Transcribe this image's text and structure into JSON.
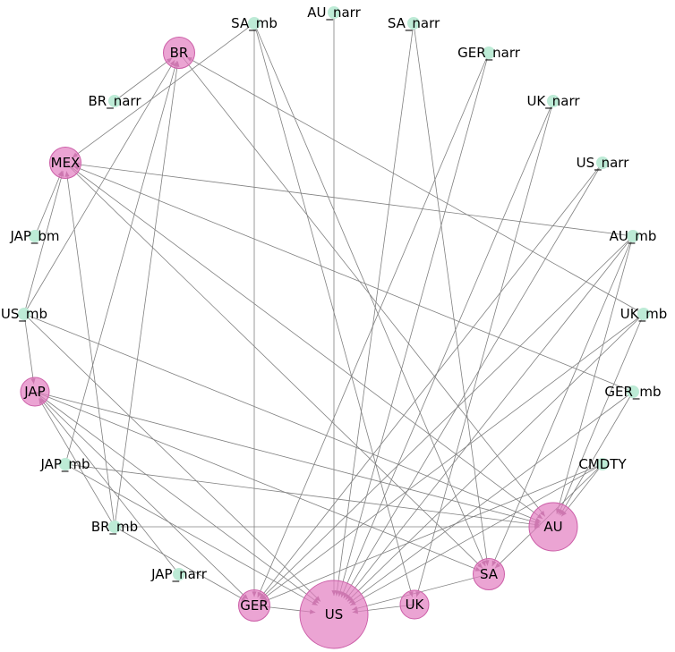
{
  "colors": {
    "edge": "#808080",
    "country_node": "#e37ec0",
    "country_stroke": "#cc5fa8",
    "indicator_node": "#bdebd6",
    "label": "#000000"
  },
  "nodes": [
    {
      "id": "US",
      "label": "US",
      "kind": "country",
      "weight": 5
    },
    {
      "id": "AU",
      "label": "AU",
      "kind": "country",
      "weight": 4
    },
    {
      "id": "SA",
      "label": "SA",
      "kind": "country",
      "weight": 2
    },
    {
      "id": "GER",
      "label": "GER",
      "kind": "country",
      "weight": 2
    },
    {
      "id": "UK",
      "label": "UK",
      "kind": "country",
      "weight": 1
    },
    {
      "id": "BR",
      "label": "BR",
      "kind": "country",
      "weight": 2
    },
    {
      "id": "MEX",
      "label": "MEX",
      "kind": "country",
      "weight": 2
    },
    {
      "id": "JAP",
      "label": "JAP",
      "kind": "country",
      "weight": 1
    },
    {
      "id": "SA_mb",
      "label": "SA_mb",
      "kind": "indicator",
      "weight": 0
    },
    {
      "id": "AU_narr",
      "label": "AU_narr",
      "kind": "indicator",
      "weight": 0
    },
    {
      "id": "SA_narr",
      "label": "SA_narr",
      "kind": "indicator",
      "weight": 0
    },
    {
      "id": "GER_narr",
      "label": "GER_narr",
      "kind": "indicator",
      "weight": 0
    },
    {
      "id": "UK_narr",
      "label": "UK_narr",
      "kind": "indicator",
      "weight": 0
    },
    {
      "id": "US_narr",
      "label": "US_narr",
      "kind": "indicator",
      "weight": 0
    },
    {
      "id": "AU_mb",
      "label": "AU_mb",
      "kind": "indicator",
      "weight": 0
    },
    {
      "id": "UK_mb",
      "label": "UK_mb",
      "kind": "indicator",
      "weight": 0
    },
    {
      "id": "GER_mb",
      "label": "GER_mb",
      "kind": "indicator",
      "weight": 0
    },
    {
      "id": "CMDTY",
      "label": "CMDTY",
      "kind": "indicator",
      "weight": 0
    },
    {
      "id": "BR_narr",
      "label": "BR_narr",
      "kind": "indicator",
      "weight": 0
    },
    {
      "id": "JAP_bm",
      "label": "JAP_bm",
      "kind": "indicator",
      "weight": 0
    },
    {
      "id": "US_mb",
      "label": "US_mb",
      "kind": "indicator",
      "weight": 0
    },
    {
      "id": "JAP_mb",
      "label": "JAP_mb",
      "kind": "indicator",
      "weight": 0
    },
    {
      "id": "BR_mb",
      "label": "BR_mb",
      "kind": "indicator",
      "weight": 0
    },
    {
      "id": "JAP_narr",
      "label": "JAP_narr",
      "kind": "indicator",
      "weight": 0
    }
  ],
  "edges": [
    [
      "SA_mb",
      "GER"
    ],
    [
      "SA_mb",
      "UK"
    ],
    [
      "SA_mb",
      "MEX"
    ],
    [
      "SA_mb",
      "SA"
    ],
    [
      "AU_narr",
      "US"
    ],
    [
      "SA_narr",
      "US"
    ],
    [
      "SA_narr",
      "SA"
    ],
    [
      "GER_narr",
      "GER"
    ],
    [
      "GER_narr",
      "US"
    ],
    [
      "UK_narr",
      "US"
    ],
    [
      "UK_narr",
      "UK"
    ],
    [
      "US_narr",
      "US"
    ],
    [
      "US_narr",
      "GER"
    ],
    [
      "AU_mb",
      "US"
    ],
    [
      "AU_mb",
      "GER"
    ],
    [
      "AU_mb",
      "AU"
    ],
    [
      "AU_mb",
      "SA"
    ],
    [
      "AU_mb",
      "MEX"
    ],
    [
      "UK_mb",
      "US"
    ],
    [
      "UK_mb",
      "GER"
    ],
    [
      "UK_mb",
      "AU"
    ],
    [
      "UK_mb",
      "BR"
    ],
    [
      "GER_mb",
      "US"
    ],
    [
      "GER_mb",
      "AU"
    ],
    [
      "GER_mb",
      "MEX"
    ],
    [
      "CMDTY",
      "US"
    ],
    [
      "CMDTY",
      "GER"
    ],
    [
      "CMDTY",
      "AU"
    ],
    [
      "CMDTY",
      "SA"
    ],
    [
      "BR",
      "AU"
    ],
    [
      "BR_narr",
      "BR"
    ],
    [
      "MEX",
      "AU"
    ],
    [
      "MEX",
      "SA"
    ],
    [
      "JAP_bm",
      "MEX"
    ],
    [
      "US_mb",
      "BR"
    ],
    [
      "US_mb",
      "MEX"
    ],
    [
      "US_mb",
      "AU"
    ],
    [
      "US_mb",
      "JAP"
    ],
    [
      "US_mb",
      "US"
    ],
    [
      "JAP",
      "AU"
    ],
    [
      "JAP",
      "US"
    ],
    [
      "JAP",
      "GER"
    ],
    [
      "JAP",
      "SA"
    ],
    [
      "JAP_mb",
      "BR"
    ],
    [
      "JAP_mb",
      "AU"
    ],
    [
      "JAP_mb",
      "US"
    ],
    [
      "BR_mb",
      "MEX"
    ],
    [
      "BR_mb",
      "BR"
    ],
    [
      "BR_mb",
      "JAP"
    ],
    [
      "BR_mb",
      "AU"
    ],
    [
      "BR_mb",
      "GER"
    ],
    [
      "JAP_narr",
      "JAP"
    ],
    [
      "GER",
      "US"
    ],
    [
      "UK",
      "US"
    ],
    [
      "SA",
      "US"
    ]
  ]
}
